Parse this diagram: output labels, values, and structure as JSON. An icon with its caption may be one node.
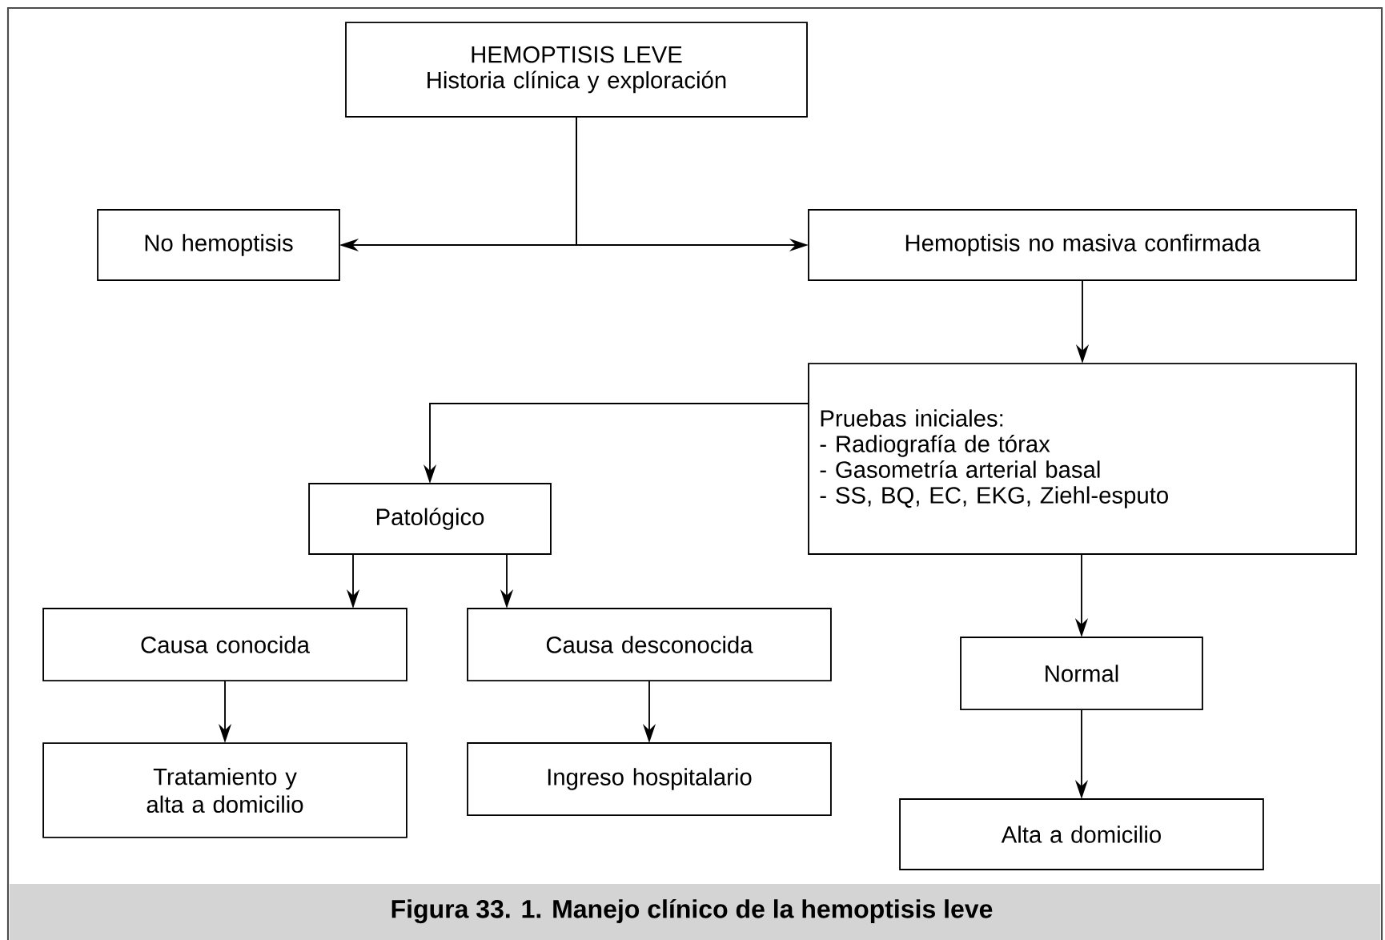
{
  "diagram": {
    "caption": "Figura 33. 1. Manejo clínico de la hemoptisis leve",
    "nodes": [
      {
        "text": [
          "HEMOPTISIS LEVE",
          "Historia clínica y exploración"
        ]
      },
      {
        "text": [
          "No hemoptisis"
        ]
      },
      {
        "text": [
          "Hemoptisis no masiva confirmada"
        ]
      },
      {
        "text": [
          "Pruebas iniciales:",
          "- Radiografía de tórax",
          "- Gasometría arterial basal",
          "- SS, BQ, EC, EKG, Ziehl-esputo"
        ]
      },
      {
        "text": [
          "Patológico"
        ]
      },
      {
        "text": [
          "Causa conocida"
        ]
      },
      {
        "text": [
          "Causa desconocida"
        ]
      },
      {
        "text": [
          "Tratamiento y alta a domicilio"
        ]
      },
      {
        "text": [
          "Ingreso hospitalario"
        ]
      },
      {
        "text": [
          "Normal"
        ]
      },
      {
        "text": [
          "Alta a domicilio"
        ]
      }
    ],
    "edges": [
      {
        "from": 0,
        "to": 1,
        "arrow": "to"
      },
      {
        "from": 0,
        "to": 2,
        "arrow": "to"
      },
      {
        "from": 2,
        "to": 3,
        "arrow": "to"
      },
      {
        "from": 3,
        "to": 4,
        "arrow": "to"
      },
      {
        "from": 4,
        "to": 5,
        "arrow": "to"
      },
      {
        "from": 4,
        "to": 6,
        "arrow": "to"
      },
      {
        "from": 5,
        "to": 7,
        "arrow": "to"
      },
      {
        "from": 6,
        "to": 8,
        "arrow": "to"
      },
      {
        "from": 3,
        "to": 9,
        "arrow": "to"
      },
      {
        "from": 9,
        "to": 10,
        "arrow": "to"
      }
    ]
  }
}
